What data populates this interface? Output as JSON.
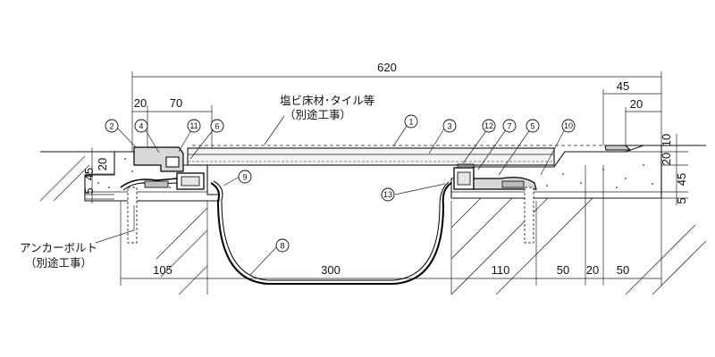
{
  "dimensions": {
    "overall": "620",
    "left_top_a": "20",
    "left_top_b": "70",
    "right_top_a": "45",
    "right_top_b": "20",
    "left_side_a": "20",
    "left_side_b": "45",
    "left_side_c": "5",
    "right_side_a": "10",
    "right_side_b": "20",
    "right_side_c": "45",
    "right_side_d": "5",
    "bottom_a": "105",
    "bottom_b": "300",
    "bottom_c": "110",
    "bottom_d": "50",
    "bottom_e": "20",
    "bottom_f": "50"
  },
  "notes": {
    "floor_line1": "塩ビ床材･タイル等",
    "floor_line2": "（別途工事）",
    "anchor_line1": "アンカーボルト",
    "anchor_line2": "（別途工事）"
  },
  "callouts": {
    "c1": "1",
    "c2": "2",
    "c3": "3",
    "c4": "4",
    "c5": "5",
    "c6": "6",
    "c7": "7",
    "c8": "8",
    "c9": "9",
    "c10": "10",
    "c11": "11",
    "c12": "12",
    "c13": "13"
  }
}
